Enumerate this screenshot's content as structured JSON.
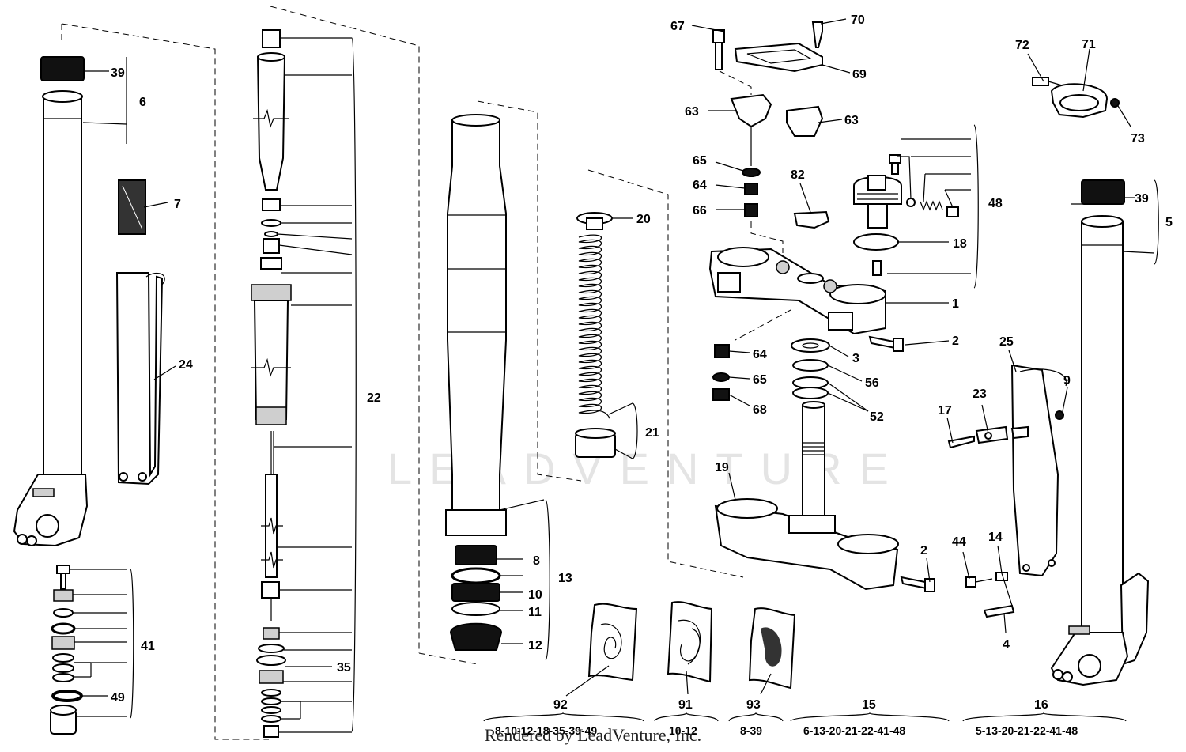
{
  "watermark": "LEADVENTURE",
  "footer": "Rendered by LeadVenture, Inc.",
  "callouts": {
    "c39a": "39",
    "c6": "6",
    "c7": "7",
    "c24": "24",
    "c41": "41",
    "c49": "49",
    "c22": "22",
    "c35": "35",
    "c8": "8",
    "c10": "10",
    "c11": "11",
    "c12": "12",
    "c13": "13",
    "c20": "20",
    "c21": "21",
    "c67": "67",
    "c70": "70",
    "c69": "69",
    "c63a": "63",
    "c63b": "63",
    "c65a": "65",
    "c64a": "64",
    "c66": "66",
    "c82": "82",
    "c48": "48",
    "c18": "18",
    "c1": "1",
    "c2a": "2",
    "c64b": "64",
    "c65b": "65",
    "c68": "68",
    "c3": "3",
    "c56": "56",
    "c52": "52",
    "c19": "19",
    "c2b": "2",
    "c72": "72",
    "c71": "71",
    "c73": "73",
    "c39b": "39",
    "c5": "5",
    "c25": "25",
    "c9": "9",
    "c23": "23",
    "c17": "17",
    "c44": "44",
    "c14": "14",
    "c4": "4"
  },
  "kits": [
    {
      "number": "92",
      "contents": "8-10-12-18-35-39-49"
    },
    {
      "number": "91",
      "contents": "10-12"
    },
    {
      "number": "93",
      "contents": "8-39"
    },
    {
      "number": "15",
      "contents": "6-13-20-21-22-41-48"
    },
    {
      "number": "16",
      "contents": "5-13-20-21-22-41-48"
    }
  ]
}
